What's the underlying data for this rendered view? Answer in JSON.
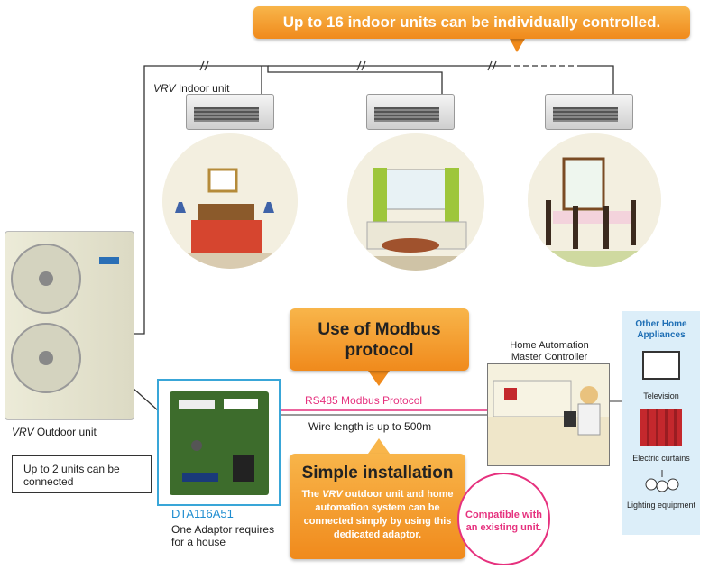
{
  "callouts": {
    "top": "Up to 16 indoor units can be individually controlled.",
    "modbus_title": "Use of Modbus protocol",
    "install_title": "Simple installation",
    "install_body_prefix": "The",
    "install_body_italic": "VRV",
    "install_body_rest": "outdoor unit and home automation system can be connected simply by using this dedicated adaptor."
  },
  "labels": {
    "indoor_italic": "VRV",
    "indoor_rest": "Indoor unit",
    "outdoor_italic": "VRV",
    "outdoor_rest": "Outdoor unit",
    "outdoor_note": "Up to 2 units can be connected",
    "master_controller": "Home Automation Master Controller",
    "protocol": "RS485 Modbus Protocol",
    "wire_length": "Wire length is up to 500m",
    "adaptor_model": "DTA116A51",
    "adaptor_note": "One Adaptor requires for a house",
    "compatible": "Compatible with an existing unit."
  },
  "appliances": {
    "title": "Other Home Appliances",
    "items": [
      "Television",
      "Electric curtains",
      "Lighting equipment"
    ]
  },
  "colors": {
    "orange_light": "#f8b54a",
    "orange_dark": "#f08a1c",
    "magenta": "#e6317e",
    "blue_accent": "#39a6d8",
    "panel_bg": "#dceef9",
    "panel_title": "#1f6fb5"
  }
}
